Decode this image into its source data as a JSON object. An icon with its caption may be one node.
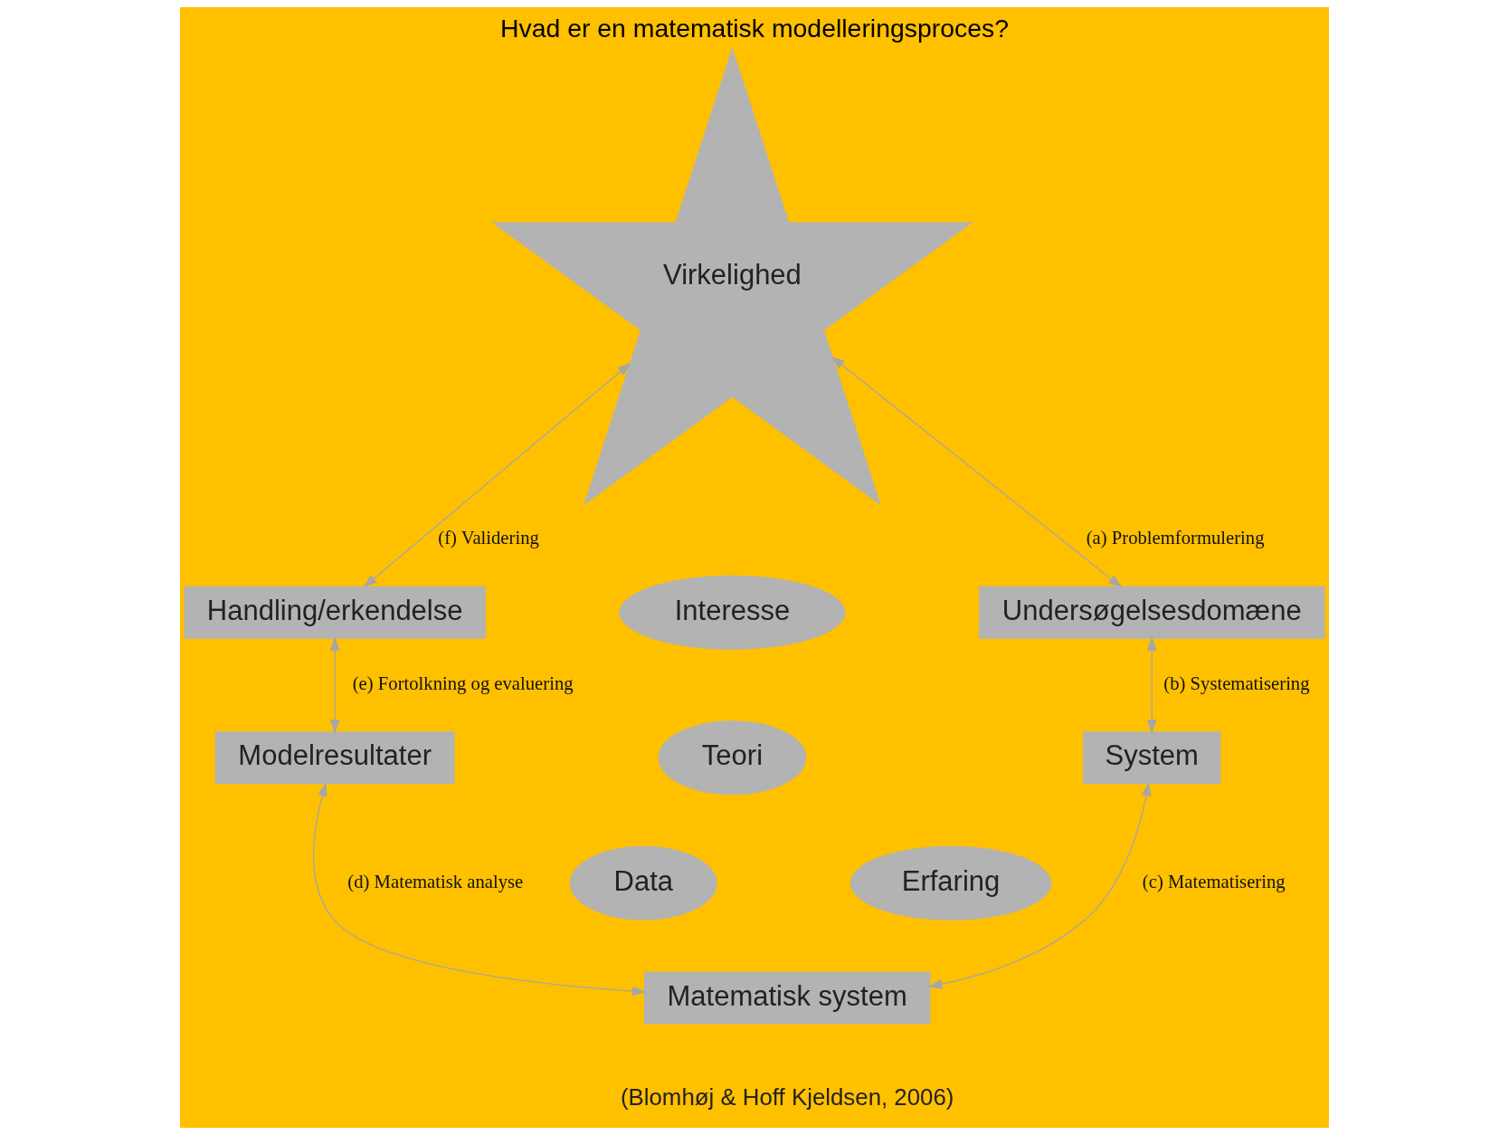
{
  "diagram": {
    "title": "Hvad er en matematisk modelleringsproces?",
    "nodes": [
      {
        "text": [
          "Virkelighed"
        ]
      },
      {
        "text": [
          "Undersøgelsesdomæne"
        ]
      },
      {
        "text": [
          "System"
        ]
      },
      {
        "text": [
          "Matematisk system"
        ]
      },
      {
        "text": [
          "Modelresultater"
        ]
      },
      {
        "text": [
          "Handling/erkendelse"
        ]
      },
      {
        "text": [
          "Interesse"
        ]
      },
      {
        "text": [
          "Teori"
        ]
      },
      {
        "text": [
          "Data"
        ]
      },
      {
        "text": [
          "Erfaring"
        ]
      }
    ],
    "edges": [
      {
        "from": 0,
        "to": 1,
        "arrow": "both",
        "label": "(a) Problemformulering"
      },
      {
        "from": 1,
        "to": 2,
        "arrow": "both",
        "label": "(b) Systematisering"
      },
      {
        "from": 2,
        "to": 3,
        "arrow": "both",
        "label": "(c) Matematisering"
      },
      {
        "from": 3,
        "to": 4,
        "arrow": "both",
        "label": "(d) Matematisk analyse"
      },
      {
        "from": 4,
        "to": 5,
        "arrow": "both",
        "label": "(e) Fortolkning og evaluering"
      },
      {
        "from": 5,
        "to": 0,
        "arrow": "both",
        "label": "(f) Validering"
      }
    ],
    "labels": [
      "(Blomhøj & Hoff Kjeldsen, 2006)"
    ]
  }
}
